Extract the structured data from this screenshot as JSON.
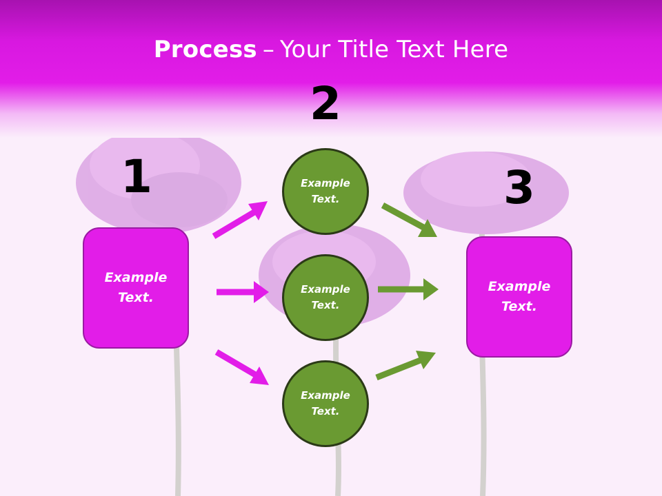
{
  "slide": {
    "title_bold": "Process",
    "title_sep": "–",
    "title_rest": "Your Title Text Here"
  },
  "steps": {
    "num1": "1",
    "num2": "2",
    "num3": "3"
  },
  "boxes": {
    "left": "Example Text.",
    "right": "Example Text."
  },
  "circles": {
    "top": "Example Text.",
    "middle": "Example Text.",
    "bottom": "Example Text."
  },
  "colors": {
    "header": "#e21de8",
    "box_fill": "#e21de8",
    "circle_fill": "#6a9a32",
    "arrow_magenta": "#e21de8",
    "arrow_green": "#6a9a32"
  }
}
